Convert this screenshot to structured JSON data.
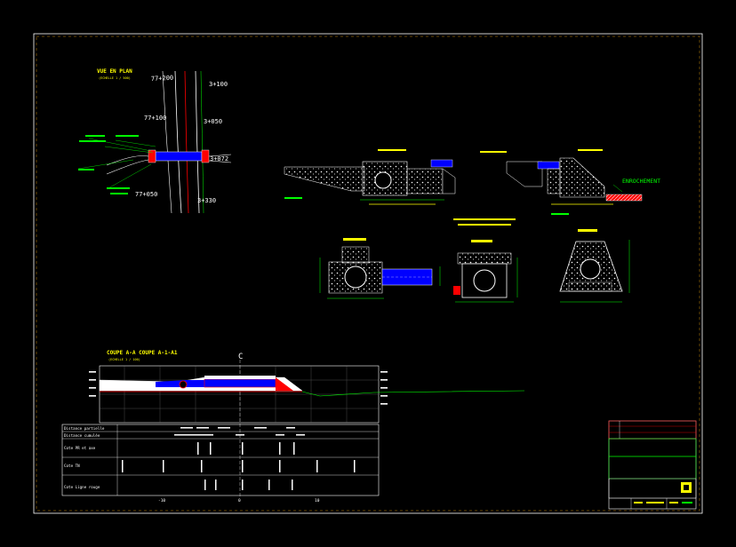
{
  "plan": {
    "title": "VUE EN PLAN",
    "scale": "(ECHELLE 1 / 500)",
    "stations": [
      "77+200",
      "77+100",
      "77+050",
      "3+100",
      "3+050",
      "3+072",
      "3+330"
    ]
  },
  "section": {
    "label": "ENROCHEMENT"
  },
  "profile": {
    "title": "COUPE A-A   COUPE A-1-A1",
    "scale": "(ECHELLE 1 / 100)",
    "axis_mark": "C",
    "rows": [
      "Distance partielle",
      "Distance cumulée",
      "Cote PR et axe",
      "Cote TN",
      "Cote Ligne rouge"
    ],
    "axis_values": [
      "-10",
      "0",
      "10"
    ]
  },
  "colors": {
    "background": "#000000",
    "frame": "#ffffff",
    "green": "#00ff00",
    "yellow": "#ffff00",
    "red": "#ff0000",
    "blue": "#0000ff",
    "cyan": "#00ffff"
  }
}
